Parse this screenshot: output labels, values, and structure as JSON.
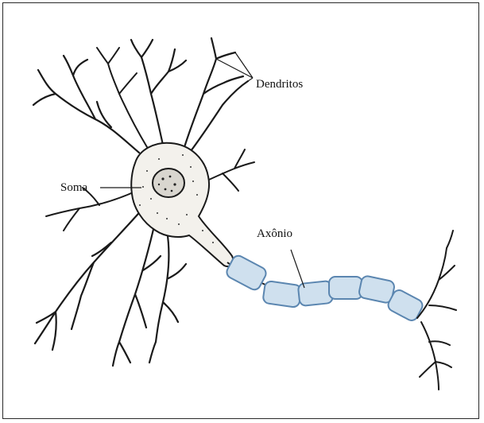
{
  "labels": {
    "dendritos": "Dendritos",
    "soma": "Soma",
    "axonio": "Axônio"
  },
  "colors": {
    "ink": "#1a1a1a",
    "myelin_fill": "#cfe0ee",
    "myelin_stroke": "#5b86b0",
    "cell_fill": "#f3f1ec"
  }
}
